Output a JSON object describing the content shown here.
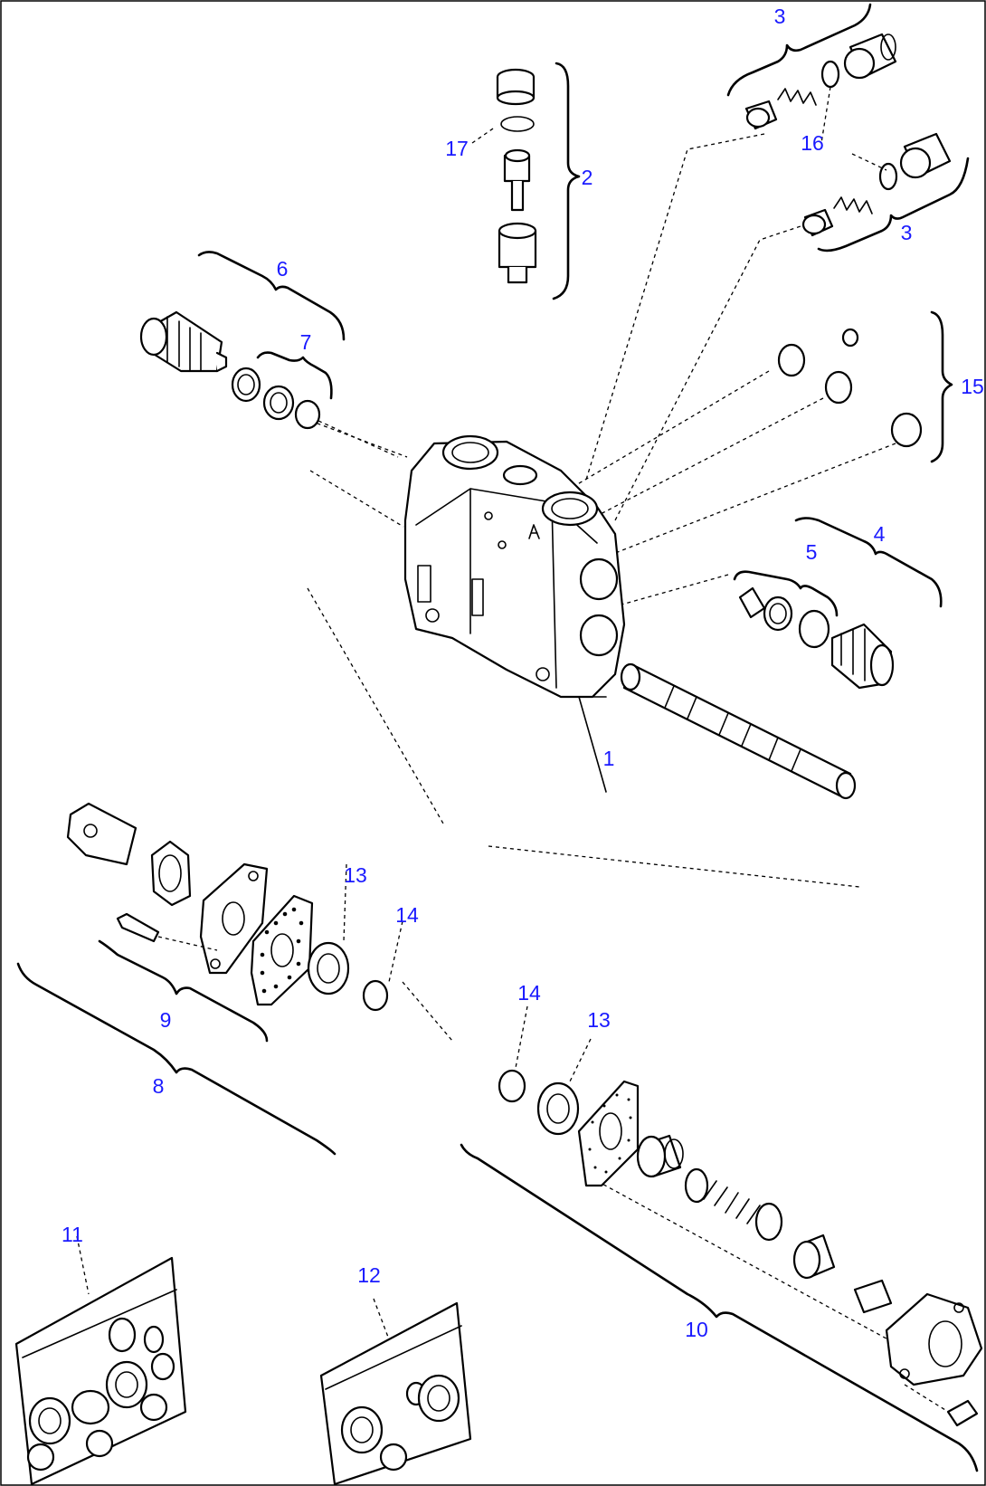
{
  "callouts": [
    {
      "id": "1",
      "text": "1"
    },
    {
      "id": "2",
      "text": "2"
    },
    {
      "id": "3a",
      "text": "3"
    },
    {
      "id": "3b",
      "text": "3"
    },
    {
      "id": "4",
      "text": "4"
    },
    {
      "id": "5",
      "text": "5"
    },
    {
      "id": "6",
      "text": "6"
    },
    {
      "id": "7",
      "text": "7"
    },
    {
      "id": "8",
      "text": "8"
    },
    {
      "id": "9",
      "text": "9"
    },
    {
      "id": "10",
      "text": "10"
    },
    {
      "id": "11",
      "text": "11"
    },
    {
      "id": "12",
      "text": "12"
    },
    {
      "id": "13a",
      "text": "13"
    },
    {
      "id": "13b",
      "text": "13"
    },
    {
      "id": "14a",
      "text": "14"
    },
    {
      "id": "14b",
      "text": "14"
    },
    {
      "id": "15",
      "text": "15"
    },
    {
      "id": "16",
      "text": "16"
    },
    {
      "id": "17",
      "text": "17"
    }
  ],
  "colors": {
    "callout": "#1a1aff",
    "line": "#000000",
    "background": "#ffffff"
  }
}
